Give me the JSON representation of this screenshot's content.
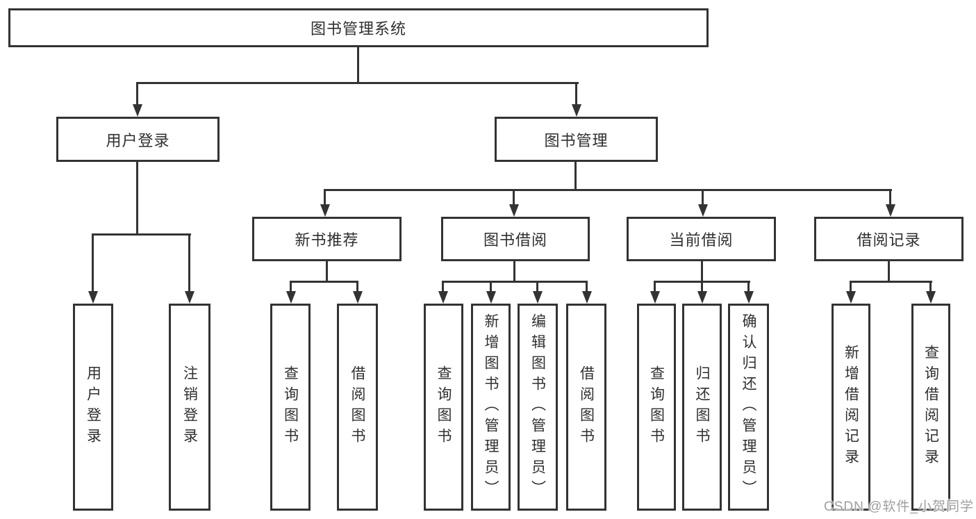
{
  "tree": {
    "label": "图书管理系统",
    "children": [
      {
        "label": "用户登录",
        "children": [
          {
            "label": "用户登录"
          },
          {
            "label": "注销登录"
          }
        ]
      },
      {
        "label": "图书管理",
        "children": [
          {
            "label": "新书推荐",
            "children": [
              {
                "label": "查询图书"
              },
              {
                "label": "借阅图书"
              }
            ]
          },
          {
            "label": "图书借阅",
            "children": [
              {
                "label": "查询图书"
              },
              {
                "label": "新增图书（管理员）"
              },
              {
                "label": "编辑图书（管理员）"
              },
              {
                "label": "借阅图书"
              }
            ]
          },
          {
            "label": "当前借阅",
            "children": [
              {
                "label": "查询图书"
              },
              {
                "label": "归还图书"
              },
              {
                "label": "确认归还（管理员）"
              }
            ]
          },
          {
            "label": "借阅记录",
            "children": [
              {
                "label": "新增借阅记录"
              },
              {
                "label": "查询借阅记录"
              }
            ]
          }
        ]
      }
    ]
  },
  "colors": {
    "line": "#333333",
    "text": "#2f2f2f",
    "background": "#ffffff",
    "watermark": "#9e9e9e"
  },
  "watermark": {
    "text": "CSDN @软件_小贺同学"
  }
}
